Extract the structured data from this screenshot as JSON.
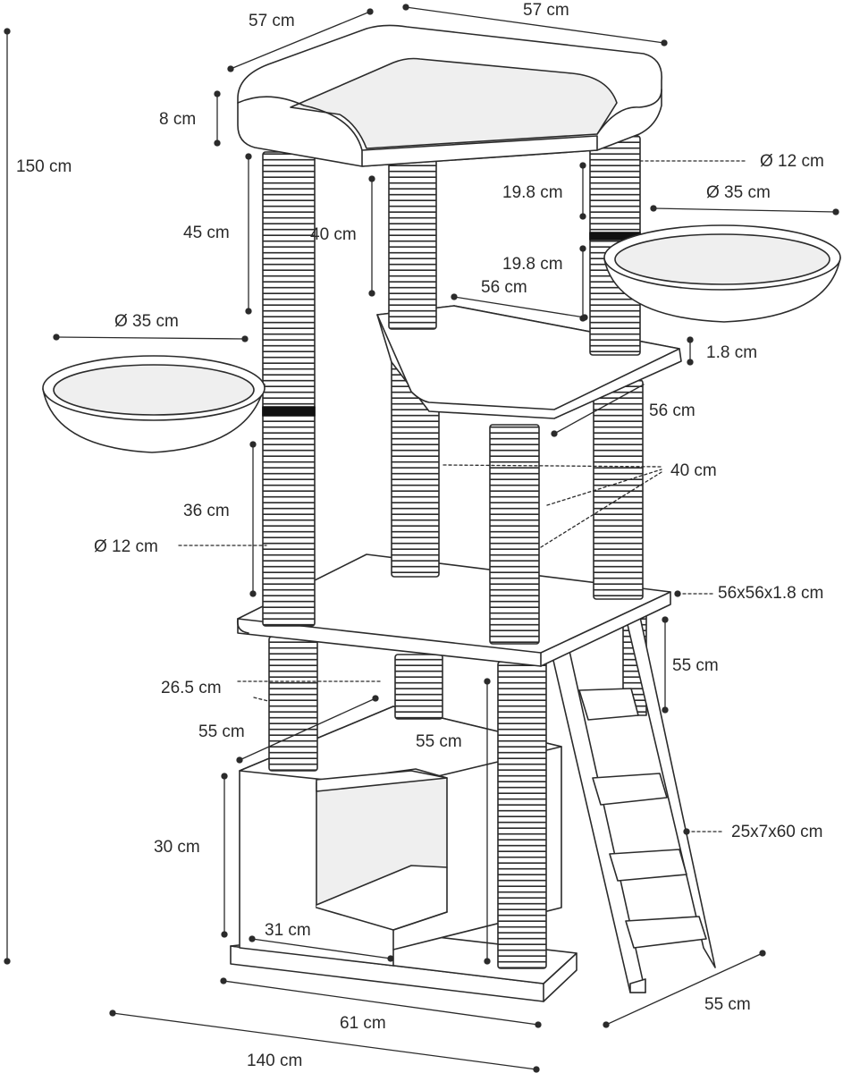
{
  "dimensions": {
    "top_width_left": "57 cm",
    "top_width_right": "57 cm",
    "top_lounger_height": "8 cm",
    "total_height": "150 cm",
    "top_post_left": "45 cm",
    "top_post_middle": "40 cm",
    "top_post_diameter": "Ø 12 cm",
    "upper_segment_right": "19.8 cm",
    "right_bowl_diameter": "Ø 35 cm",
    "lower_segment_right": "19.8 cm",
    "mid_platform_depth": "56 cm",
    "left_bowl_diameter": "Ø 35 cm",
    "platform_thickness": "1.8 cm",
    "mid_platform_width": "56 cm",
    "middle_posts_height": "40 cm",
    "left_lower_post": "36 cm",
    "left_post_diameter": "Ø 12 cm",
    "main_platform_size": "56x56x1.8 cm",
    "right_ladder_height": "55 cm",
    "short_post_height": "26.5 cm",
    "left_base_post": "55 cm",
    "center_base_post": "55 cm",
    "cave_height": "30 cm",
    "ladder_size": "25x7x60 cm",
    "cave_width": "31 cm",
    "base_depth": "55 cm",
    "base_width": "61 cm",
    "total_width": "140 cm"
  },
  "colors": {
    "line": "#2b2b2b",
    "fill": "#ffffff",
    "shade": "#efefef",
    "band": "#111111"
  }
}
